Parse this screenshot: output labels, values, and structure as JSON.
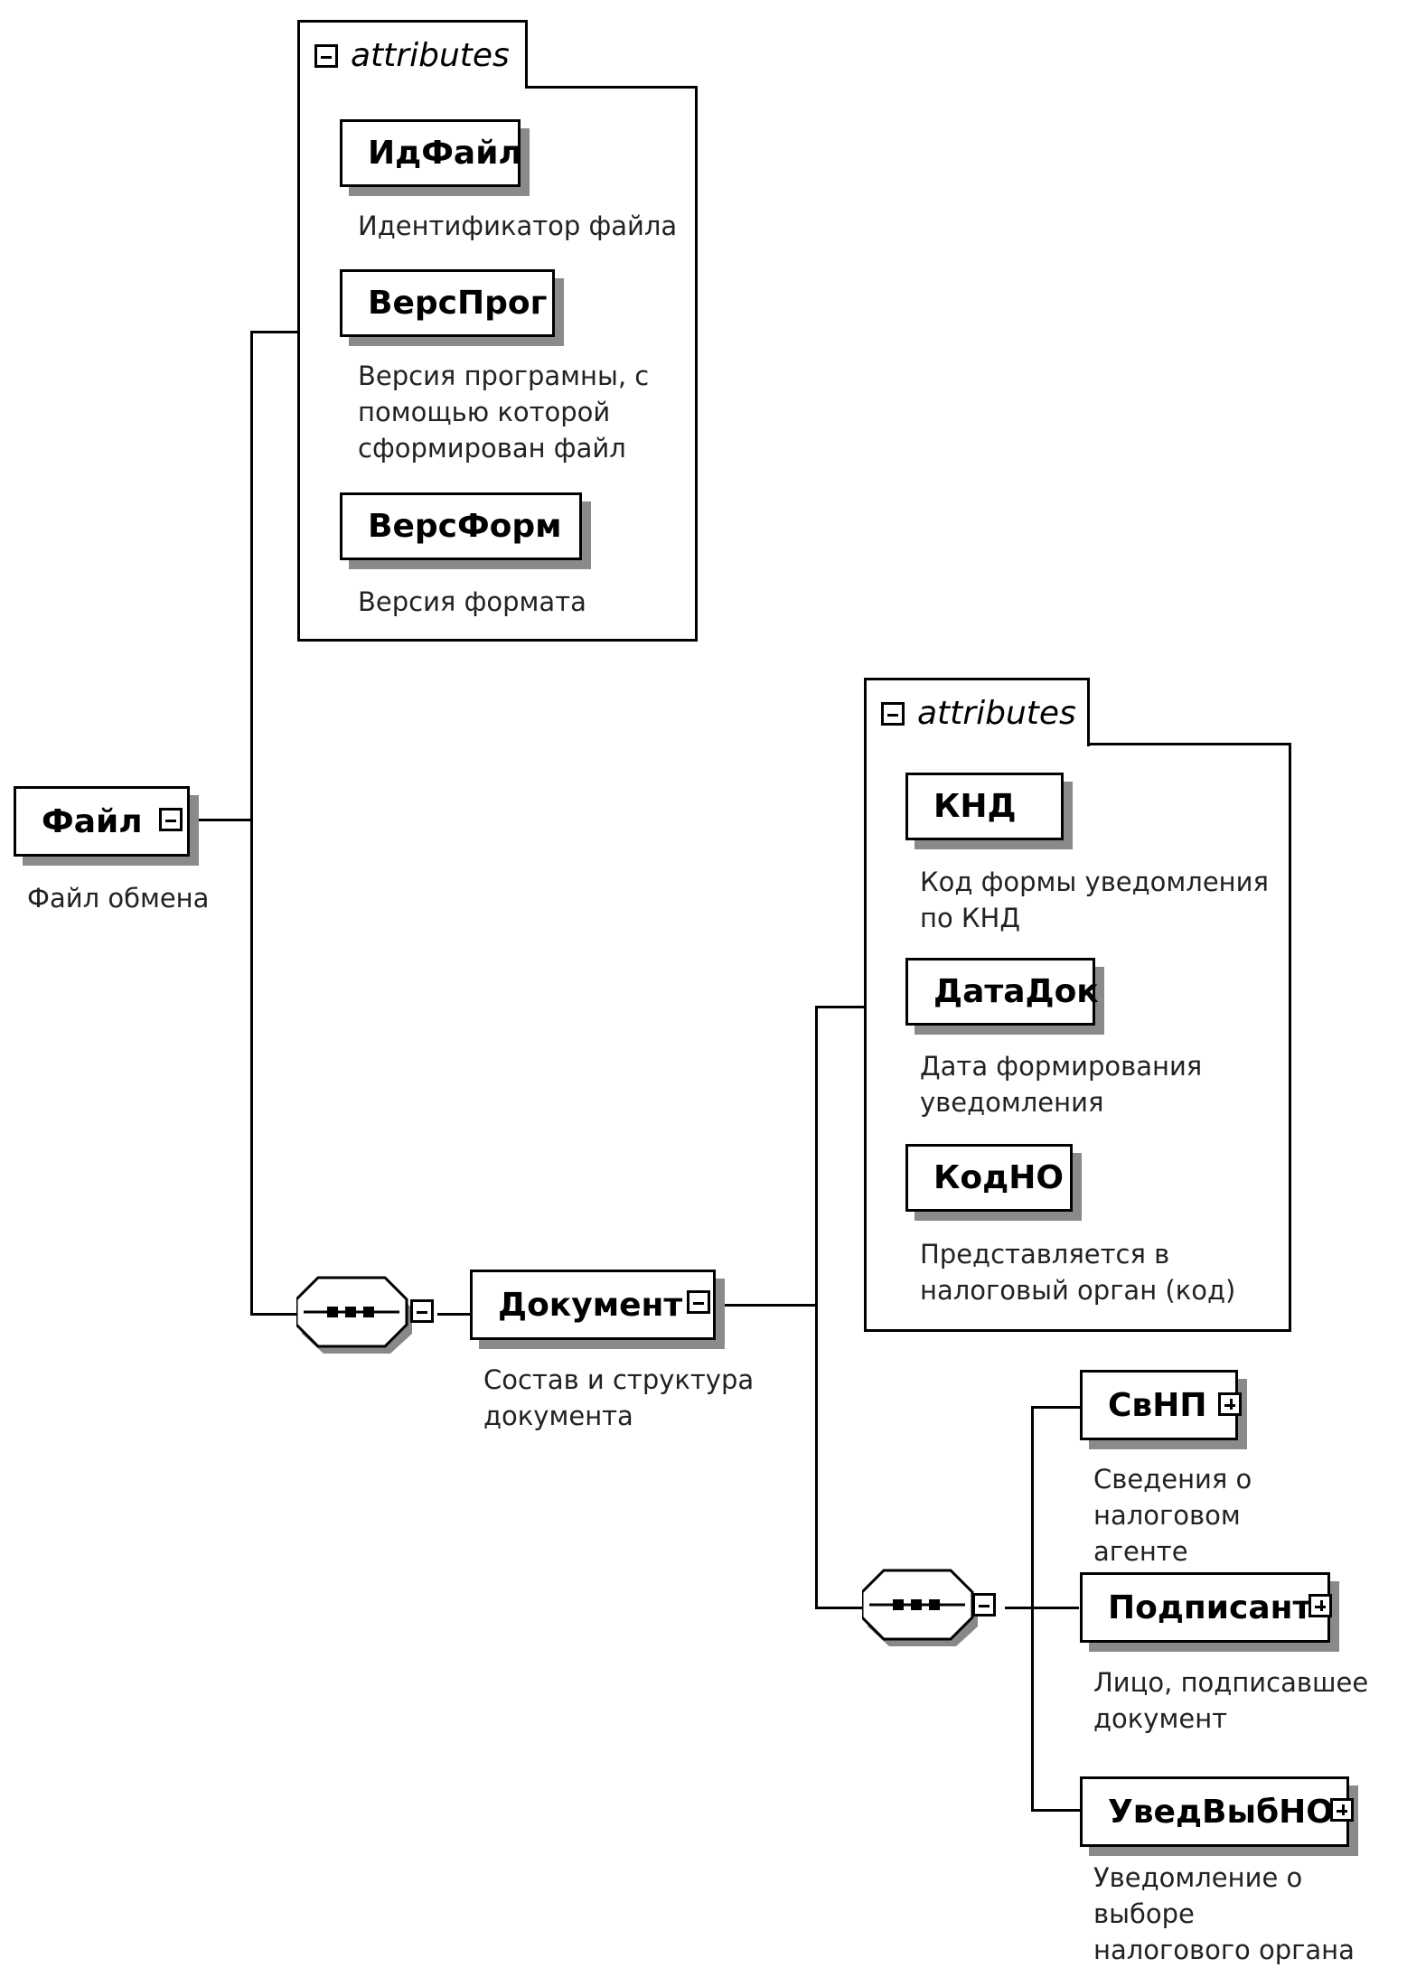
{
  "root": {
    "name": "Файл",
    "desc": "Файл обмена",
    "attributes": {
      "label": "attributes",
      "items": [
        {
          "name": "ИдФайл",
          "desc": "Идентификатор файла"
        },
        {
          "name": "ВерсПрог",
          "desc": "Версия програмны, с\nпомощью которой\nсформирован файл"
        },
        {
          "name": "ВерсФорм",
          "desc": "Версия формата"
        }
      ]
    }
  },
  "document": {
    "name": "Документ",
    "desc": "Состав и структура\nдокумента",
    "attributes": {
      "label": "attributes",
      "items": [
        {
          "name": "КНД",
          "desc": "Код формы уведомления\nпо КНД"
        },
        {
          "name": "ДатаДок",
          "desc": "Дата формирования\nуведомления"
        },
        {
          "name": "КодНО",
          "desc": "Представляется в\nналоговый орган (код)"
        }
      ]
    },
    "children": [
      {
        "name": "СвНП",
        "desc": "Сведения о налоговом\nагенте"
      },
      {
        "name": "Подписант",
        "desc": "Лицо, подписавшее\nдокумент"
      },
      {
        "name": "УведВыбНО",
        "desc": "Уведомление о выборе\nналогового органа"
      }
    ]
  }
}
